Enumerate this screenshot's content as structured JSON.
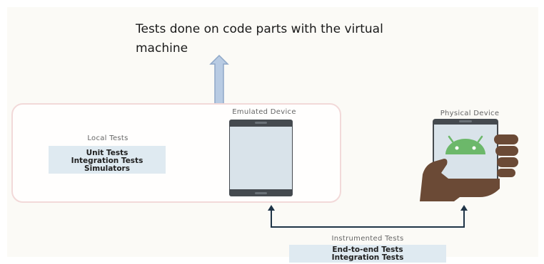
{
  "caption": {
    "line1": "Tests done on code parts with the virtual",
    "line2": "machine"
  },
  "local_tests": {
    "label": "Local Tests",
    "items": [
      "Unit Tests",
      "Integration Tests",
      "Simulators"
    ]
  },
  "emulated_device": {
    "label": "Emulated Device"
  },
  "physical_device": {
    "label": "Physical Device"
  },
  "instrumented_tests": {
    "label": "Instrumented Tests",
    "items": [
      "End-to-end Tests",
      "Integration Tests"
    ]
  },
  "colors": {
    "blue_box": "#dfeaf1",
    "arrow_up": "#b8cbe3",
    "android_green": "#6cb86a",
    "device_dark": "#454a4f",
    "screen": "#d9e3ea",
    "hand": "#6b4a36",
    "connector": "#1f3447",
    "local_border": "#f2d9d9"
  }
}
